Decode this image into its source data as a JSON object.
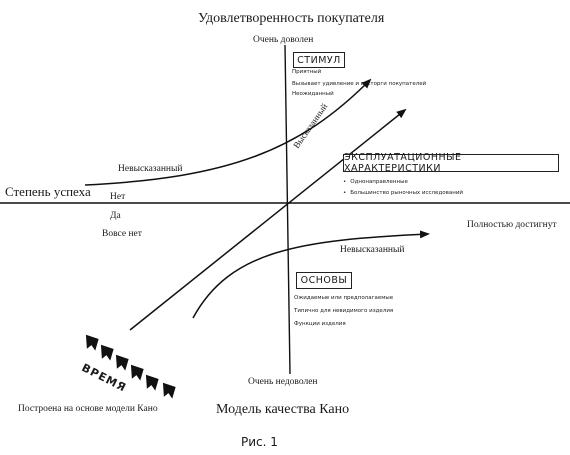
{
  "diagram": {
    "title_top": "Удовлетворенность покупателя",
    "top_axis_label": "Очень доволен",
    "bottom_axis_label": "Очень недоволен",
    "left_axis_label": "Степень успеха",
    "right_axis_label": "Полностью достигнут",
    "no_label": "Нет",
    "yes_label": "Да",
    "not_at_all_label": "Вовсе нет",
    "stimulus": {
      "title": "СТИМУЛ",
      "items": [
        "Приятный",
        "Вызывает удивление и восторги покупателей",
        "Неожиданный"
      ]
    },
    "performance": {
      "title": "ЭКСПЛУАТАЦИОННЫЕ ХАРАКТЕРИСТИКИ",
      "items": [
        "Однонаправленные",
        "Большинство рыночных исследований"
      ]
    },
    "basics": {
      "title": "ОСНОВЫ",
      "items": [
        "Ожидаемые или предполагаемые",
        "Типично для невидимого изделия",
        "Функции изделия"
      ]
    },
    "curve_labels": {
      "unspoken_top": "Невысказанный",
      "spoken": "Высказанный",
      "unspoken_bottom": "Невысказанный"
    },
    "time_label": "ВРЕМЯ",
    "source_note": "Построена на основе модели Кано",
    "diagram_title": "Модель качества Кано",
    "caption": "Рис. 1"
  }
}
